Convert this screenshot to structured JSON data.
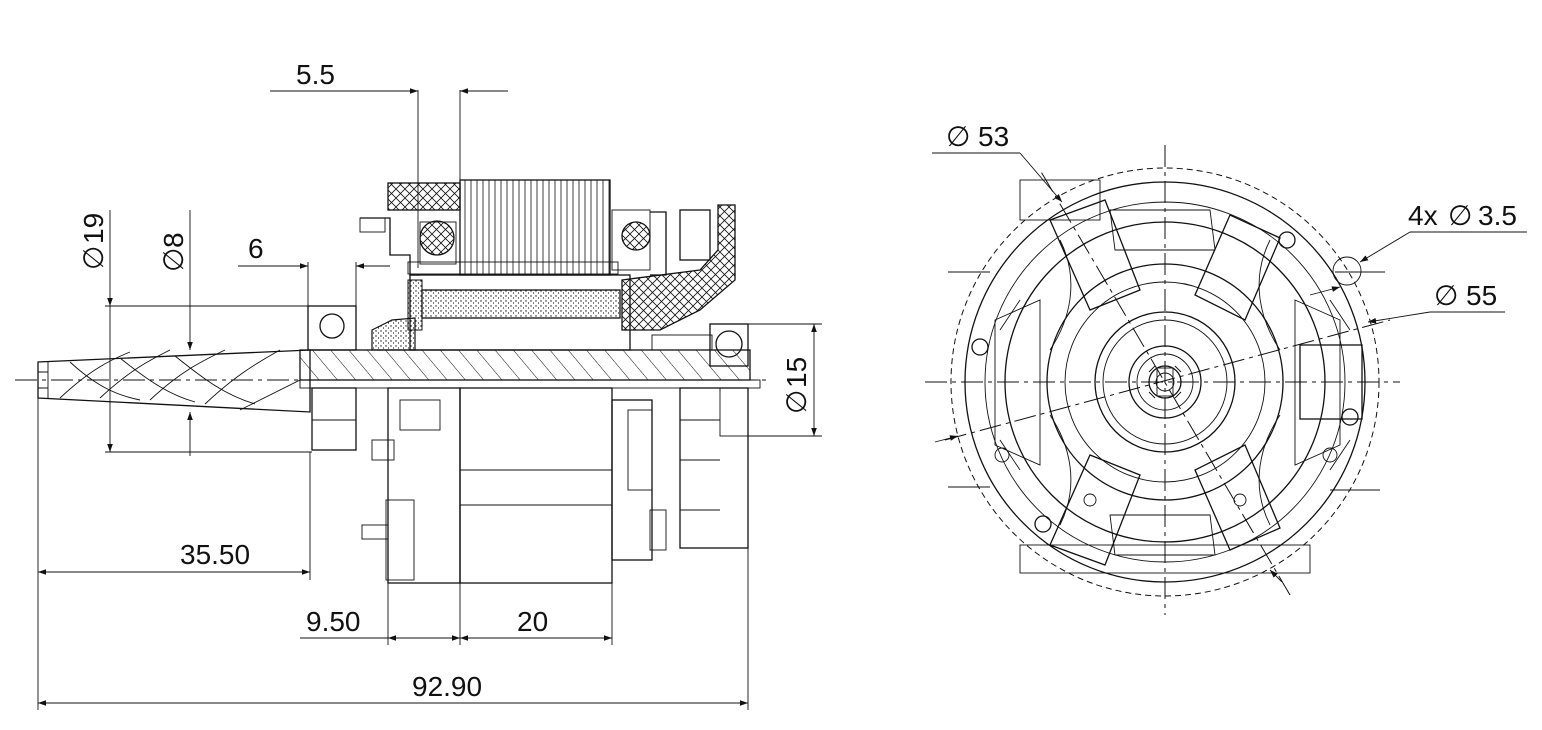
{
  "dimensions": {
    "d_5_5": "5.5",
    "d_6": "6",
    "d_dia19": "19",
    "d_dia8": "8",
    "d_dia15": "15",
    "d_35_50": "35.50",
    "d_9_50": "9.50",
    "d_20": "20",
    "d_92_90": "92.90",
    "d_dia53": "53",
    "d_dia55": "55",
    "d_4x": "4x",
    "d_3_5": "3.5"
  },
  "icons": {
    "diameter": "diameter-symbol-icon"
  }
}
